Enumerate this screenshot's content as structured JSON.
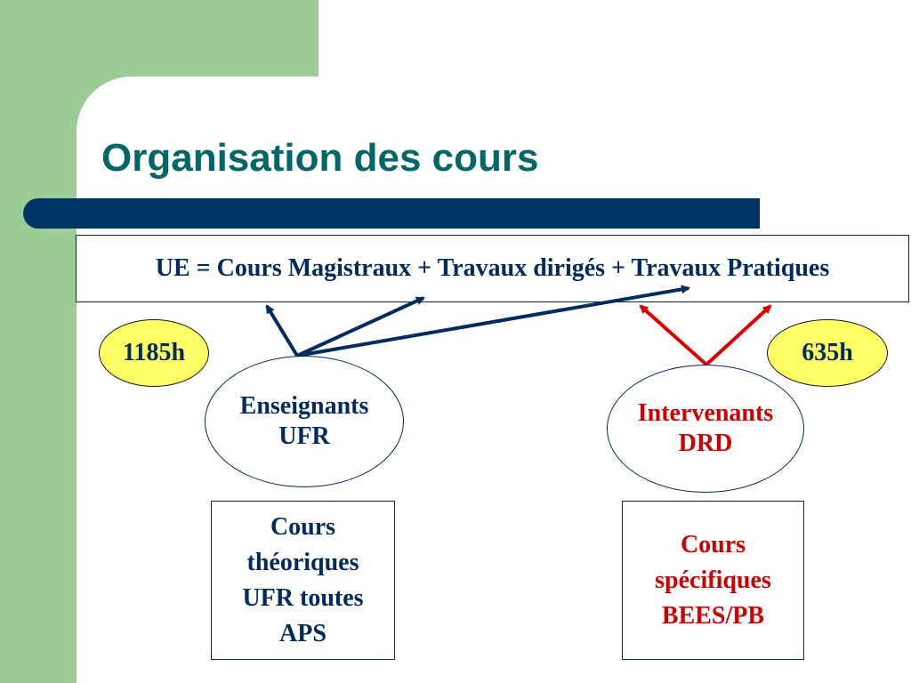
{
  "slide": {
    "title": "Organisation des cours",
    "equation": "UE = Cours Magistraux + Travaux dirigés + Travaux Pratiques"
  },
  "left": {
    "hours": "1185h",
    "group_line1": "Enseignants",
    "group_line2": "UFR",
    "courses": [
      "Cours",
      "théoriques",
      "UFR toutes",
      "APS"
    ]
  },
  "right": {
    "hours": "635h",
    "group_line1": "Intervenants",
    "group_line2": "DRD",
    "courses": [
      "Cours",
      "spécifiques",
      "BEES/PB"
    ]
  },
  "colors": {
    "left_accent": "#002b5c",
    "right_accent": "#dd0000",
    "title": "#006666",
    "bar": "#003366",
    "green": "#9ccc96",
    "hours_fill": "#ffff66"
  }
}
